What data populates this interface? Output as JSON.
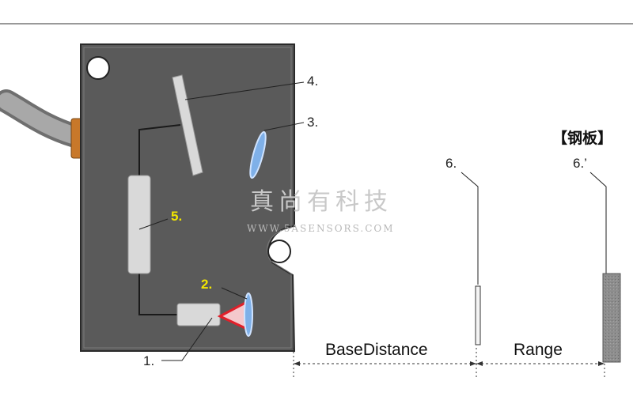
{
  "labels": {
    "emitter": "1.",
    "receiver_lens": "2.",
    "emitter_lens": "3.",
    "mirror": "4.",
    "detector": "5.",
    "target": "6.",
    "target_alt": "6.’"
  },
  "dimensions": {
    "base_distance": "BaseDistance",
    "range": "Range"
  },
  "target_material": "【钢板】",
  "watermark": {
    "cn": "真尚有科技",
    "url": "WWW.5ASENSORS.COM"
  },
  "colors": {
    "housing": "#5a5a5a",
    "component": "#d9d9d9",
    "lens": "#7fb0e8",
    "beam": "#e0202a",
    "highlight_label": "#f2e600",
    "cable_ring": "#c8782a"
  }
}
